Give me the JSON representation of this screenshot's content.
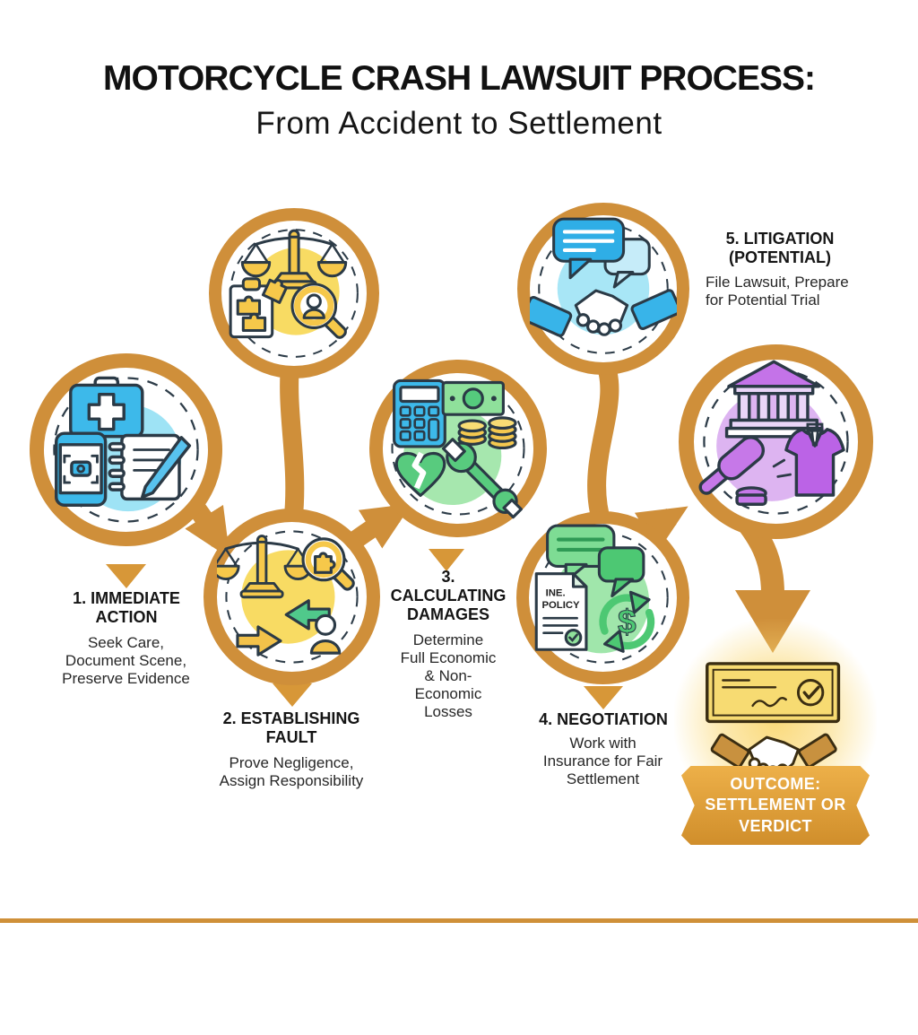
{
  "title": {
    "line1": "MOTORCYCLE CRASH LAWSUIT PROCESS:",
    "line2": "From Accident to Settlement"
  },
  "steps": [
    {
      "heading": "1. IMMEDIATE ACTION",
      "body": "Seek Care, Document Scene, Preserve Evidence"
    },
    {
      "heading": "2. ESTABLISHING FAULT",
      "body": "Prove Negligence, Assign Responsibility"
    },
    {
      "heading": "3. CALCULATING DAMAGES",
      "body": "Determine Full Economic & Non-Economic Losses"
    },
    {
      "heading": "4. NEGOTIATION",
      "body": "Work with Insurance for Fair Settlement"
    },
    {
      "heading": "5. LITIGATION (POTENTIAL)",
      "body": "File Lawsuit, Prepare for Potential Trial"
    }
  ],
  "outcome": {
    "label": "OUTCOME: SETTLEMENT OR VERDICT"
  },
  "icon_labels": {
    "policy_doc_line1": "INE.",
    "policy_doc_line2": "POLICY",
    "dollar_symbol": "$"
  },
  "icons": {
    "circle_case_review": [
      "scales-of-justice-icon",
      "puzzle-clipboard-icon",
      "magnifier-person-icon"
    ],
    "circle_step1": [
      "first-aid-kit-icon",
      "phone-camera-icon",
      "notebook-pen-icon"
    ],
    "circle_step2": [
      "scales-of-justice-icon",
      "magnifier-puzzle-icon",
      "left-arrow-icon",
      "right-arrow-icon",
      "person-icon"
    ],
    "circle_step3": [
      "calculator-icon",
      "banknote-icon",
      "coins-icon",
      "broken-heart-icon",
      "wrench-icon"
    ],
    "circle_step5": [
      "chat-bubbles-icon",
      "handshake-icon"
    ],
    "circle_step4": [
      "chat-bubbles-icon",
      "insurance-policy-icon",
      "dollar-cycle-icon"
    ],
    "circle_litigation": [
      "courthouse-icon",
      "gavel-icon",
      "judge-robe-icon"
    ],
    "outcome": [
      "settlement-check-icon",
      "handshake-icon"
    ]
  },
  "colors": {
    "gold": "#CF8F3A",
    "gold_banner_top": "#EDB049",
    "gold_banner_bottom": "#D08E2B",
    "blue": "#3DB9EA",
    "blue_blob": "#9EE3F5",
    "yellow": "#F6C84A",
    "yellow_blob": "#F8DB63",
    "green": "#53CB7E",
    "green_blob": "#A4E7AC",
    "purple": "#C473E8",
    "purple_blob": "#DDB4F1",
    "text": "#1a1a1a",
    "banner_text": "#FFFFFF"
  }
}
